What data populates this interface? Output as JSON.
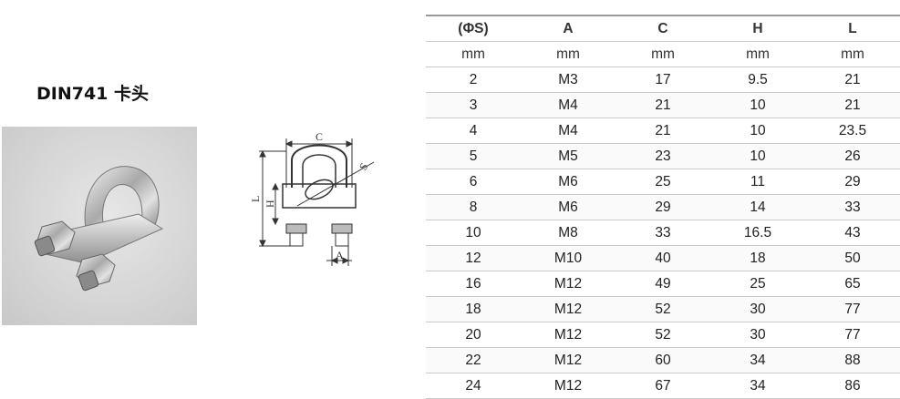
{
  "title": "DIN741 卡头",
  "drawing_labels": {
    "c": "C",
    "s": "S",
    "l": "L",
    "h": "H",
    "a": "A"
  },
  "table": {
    "headers": [
      "(ΦS)",
      "A",
      "C",
      "H",
      "L"
    ],
    "units": [
      "mm",
      "mm",
      "mm",
      "mm",
      "mm"
    ],
    "rows": [
      [
        "2",
        "M3",
        "17",
        "9.5",
        "21"
      ],
      [
        "3",
        "M4",
        "21",
        "10",
        "21"
      ],
      [
        "4",
        "M4",
        "21",
        "10",
        "23.5"
      ],
      [
        "5",
        "M5",
        "23",
        "10",
        "26"
      ],
      [
        "6",
        "M6",
        "25",
        "11",
        "29"
      ],
      [
        "8",
        "M6",
        "29",
        "14",
        "33"
      ],
      [
        "10",
        "M8",
        "33",
        "16.5",
        "43"
      ],
      [
        "12",
        "M10",
        "40",
        "18",
        "50"
      ],
      [
        "16",
        "M12",
        "49",
        "25",
        "65"
      ],
      [
        "18",
        "M12",
        "52",
        "30",
        "77"
      ],
      [
        "20",
        "M12",
        "52",
        "30",
        "77"
      ],
      [
        "22",
        "M12",
        "60",
        "34",
        "88"
      ],
      [
        "24",
        "M12",
        "67",
        "34",
        "86"
      ]
    ]
  }
}
